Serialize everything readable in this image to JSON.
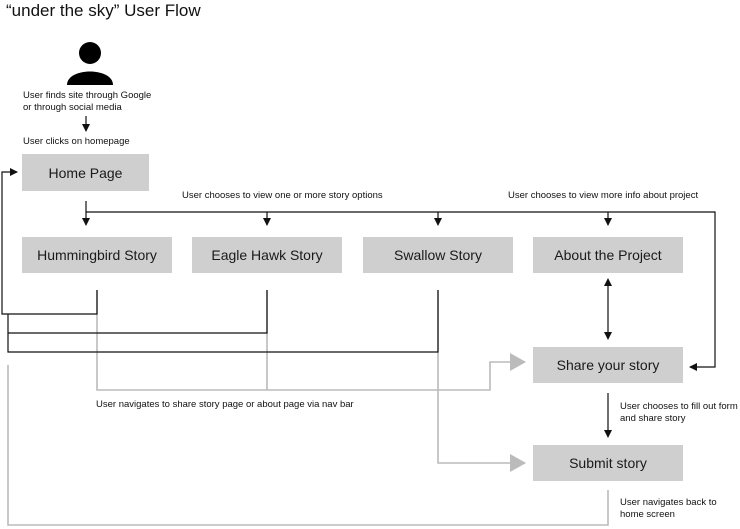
{
  "title": "“under the sky” User Flow",
  "nodes": {
    "home": "Home Page",
    "hummingbird": "Hummingbird Story",
    "eagle_hawk": "Eagle Hawk Story",
    "swallow": "Swallow Story",
    "about": "About the Project",
    "share": "Share your story",
    "submit": "Submit story"
  },
  "notes": {
    "finds_site_1": "User finds site through Google",
    "finds_site_2": "or through social media",
    "clicks_homepage": "User clicks on homepage",
    "choose_story": "User chooses to view one or more story options",
    "choose_info": "User chooses to view more info about project",
    "nav_bar": "User navigates to share story page or about page via nav bar",
    "fill_form_1": "User chooses to fill out form",
    "fill_form_2": "and share story",
    "back_home_1": "User navigates back to",
    "back_home_2": "home screen"
  },
  "icons": {
    "user": "user-person-icon"
  },
  "colors": {
    "box": "#cfcfcf",
    "dark_line": "#111111",
    "gray_line": "#bbbbbb"
  }
}
